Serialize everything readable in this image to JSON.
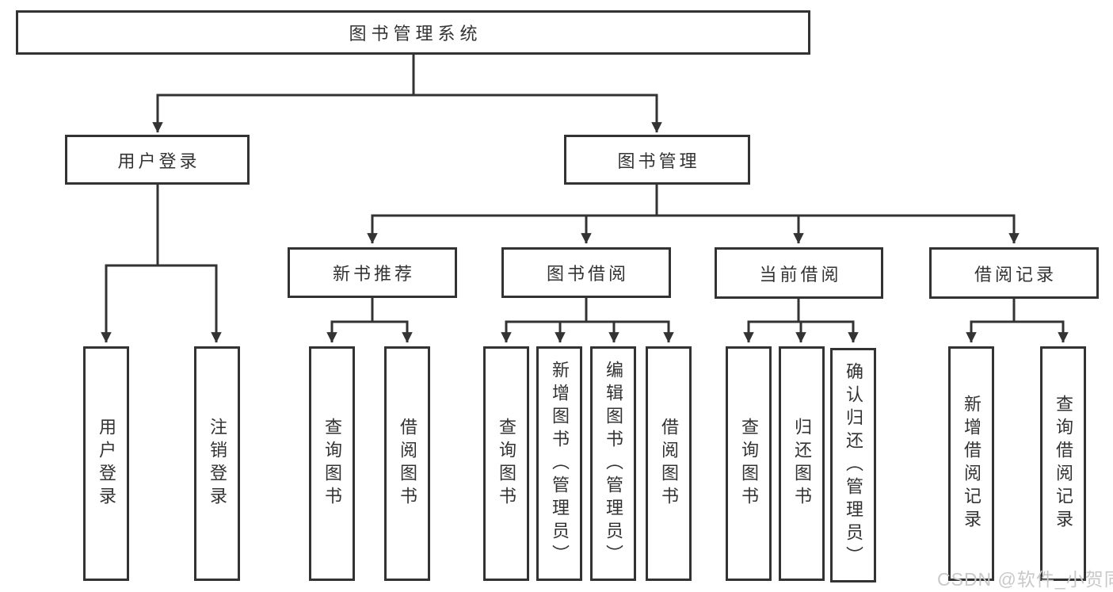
{
  "tree": {
    "label": "图书管理系统",
    "children": [
      {
        "label": "用户登录",
        "children": [
          {
            "label": "用户登录"
          },
          {
            "label": "注销登录"
          }
        ]
      },
      {
        "label": "图书管理",
        "children": [
          {
            "label": "新书推荐",
            "children": [
              {
                "label": "查询图书"
              },
              {
                "label": "借阅图书"
              }
            ]
          },
          {
            "label": "图书借阅",
            "children": [
              {
                "label": "查询图书"
              },
              {
                "label": "新增图书（管理员）"
              },
              {
                "label": "编辑图书（管理员）"
              },
              {
                "label": "借阅图书"
              }
            ]
          },
          {
            "label": "当前借阅",
            "children": [
              {
                "label": "查询图书"
              },
              {
                "label": "归还图书"
              },
              {
                "label": "确认归还（管理员）"
              }
            ]
          },
          {
            "label": "借阅记录",
            "children": [
              {
                "label": "新增借阅记录"
              },
              {
                "label": "查询借阅记录"
              }
            ]
          }
        ]
      }
    ]
  },
  "watermark": {
    "text": "CSDN @软件_小贺同学",
    "color": "#c9c9c9"
  },
  "colors": {
    "line": "#333333",
    "box_border": "#333333",
    "text": "#333333",
    "background": "#ffffff"
  }
}
